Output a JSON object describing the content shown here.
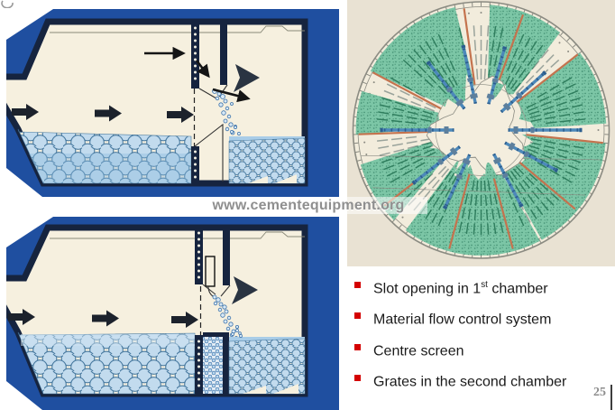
{
  "slide": {
    "watermark": "www.cementequipment.org",
    "page_number": "25",
    "bullets": [
      {
        "pre": "Slot opening in 1",
        "sup": "st",
        "post": " chamber"
      },
      {
        "pre": "Material flow control system",
        "sup": "",
        "post": ""
      },
      {
        "pre": "Centre screen",
        "sup": "",
        "post": ""
      },
      {
        "pre": "Grates in the second chamber",
        "sup": "",
        "post": ""
      }
    ]
  },
  "colors": {
    "bullet_red": "#d40000",
    "text_black": "#1b1b1b",
    "page_number_gray": "#8c8c8c",
    "watermark_gray": "#8f8f8f",
    "mill_blue": "#1f4fa0",
    "shell_navy": "#16243f",
    "interior_cream": "#f6f0df",
    "ball_blue": "#c2dbee",
    "ball_outline": "#47799f",
    "diaphragm_panel_beige": "#e9e2d3",
    "grate_green": "#6fc2a0",
    "grate_green_dark": "#2f7d5d",
    "scoop_orange": "#c4734e",
    "bolt_blue": "#4c88ba",
    "rim_gray": "#8b8b82"
  }
}
